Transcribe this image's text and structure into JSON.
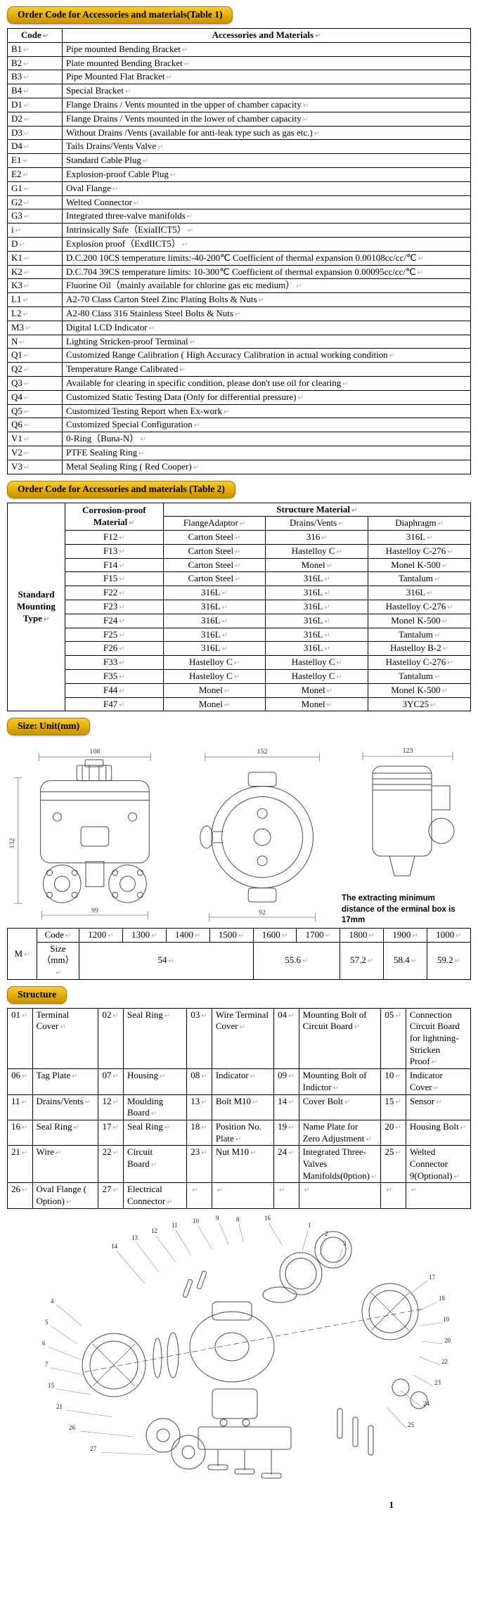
{
  "sections": {
    "table1_title": "Order Code for Accessories and materials(Table 1)",
    "table2_title": "Order Code for Accessories and materials (Table 2)",
    "size_title": "Size: Unit(mm)",
    "structure_title": "Structure"
  },
  "table1": {
    "headers": [
      "Code",
      "Accessories and Materials"
    ],
    "rows": [
      [
        "B1",
        "Pipe mounted Bending Bracket"
      ],
      [
        "B2",
        "Plate mounted Bending Bracket"
      ],
      [
        "B3",
        "Pipe Mounted Flat Bracket"
      ],
      [
        "B4",
        "Special Bracket"
      ],
      [
        "D1",
        "Flange Drains / Vents mounted in the upper of chamber capacity"
      ],
      [
        "D2",
        "Flange Drains / Vents mounted in the lower of chamber capacity"
      ],
      [
        "D3",
        "Without Drains /Vents (available for anti-leak type such as gas etc.)"
      ],
      [
        "D4",
        "Tails Drains/Vents Valve"
      ],
      [
        "E1",
        "Standard Cable Plug"
      ],
      [
        "E2",
        "Explosion-proof Cable Plug"
      ],
      [
        "G1",
        "Oval Flange"
      ],
      [
        "G2",
        "Welted Connector"
      ],
      [
        "G3",
        "Integrated three-valve manifolds"
      ],
      [
        "i",
        "Intrinsically Safe（ExiaIICT5）"
      ],
      [
        "D",
        "Explosion proof（ExdIICT5）"
      ],
      [
        "K1",
        "D.C.200 10CS temperature limits:-40-200℃ Coefficient of thermal expansion 0.00108cc/cc/℃"
      ],
      [
        "K2",
        "D.C.704 39CS temperature limits: 10-300℃ Coefficient of thermal expansion 0.00095cc/cc/℃"
      ],
      [
        "K3",
        "Fluorine Oil（mainly available for chlorine gas etc medium）"
      ],
      [
        "L1",
        "A2-70 Class Carton Steel Zinc Plating Bolts & Nuts"
      ],
      [
        "L2",
        "A2-80 Class 316 Stainless Steel Bolts & Nuts"
      ],
      [
        "M3",
        "Digital LCD Indicator"
      ],
      [
        "N",
        "Lighting Stricken-proof Terminal"
      ],
      [
        "Q1",
        "Customized Range Calibration ( High Accuracy Calibration in actual working condition"
      ],
      [
        "Q2",
        "Temperature Range Calibrated"
      ],
      [
        "Q3",
        "Available for clearing in specific condition, please don't use oil for clearing"
      ],
      [
        "Q4",
        "Customized Static Testing Data (Only for differential pressure)"
      ],
      [
        "Q5",
        "Customized Testing Report when Ex-work"
      ],
      [
        "Q6",
        "Customized Special Configuration"
      ],
      [
        "V1",
        "0-Ring（Buna-N）"
      ],
      [
        "V2",
        "PTFE Sealing Ring"
      ],
      [
        "V3",
        "Metal Sealing Ring ( Red Cooper)"
      ]
    ]
  },
  "table2": {
    "side_label": "Standard Mounting Type",
    "col_header": "Corrosion-proof Material",
    "group_header": "Structure Material",
    "sub_headers": [
      "FlangeAdaptor",
      "Drains/Vents",
      "Diaphragm"
    ],
    "rows": [
      [
        "F12",
        "Carton Steel",
        "316",
        "316L"
      ],
      [
        "F13",
        "Carton Steel",
        "Hastelloy C",
        "Hastelloy C-276"
      ],
      [
        "F14",
        "Carton Steel",
        "Monel",
        "Monel K-500"
      ],
      [
        "F15",
        "Carton Steel",
        "316L",
        "Tantalum"
      ],
      [
        "F22",
        "316L",
        "316L",
        "316L"
      ],
      [
        "F23",
        "316L",
        "316L",
        "Hastelloy C-276"
      ],
      [
        "F24",
        "316L",
        "316L",
        "Monel K-500"
      ],
      [
        "F25",
        "316L",
        "316L",
        "Tantalum"
      ],
      [
        "F26",
        "316L",
        "316L",
        "Hastelloy B-2"
      ],
      [
        "F33",
        "Hastelloy C",
        "Hastelloy C",
        "Hastelloy C-276"
      ],
      [
        "F35",
        "Hastelloy C",
        "Hastelloy C",
        "Tantalum"
      ],
      [
        "F44",
        "Monel",
        "Monel",
        "Monel K-500"
      ],
      [
        "F47",
        "Monel",
        "Monel",
        "3YC25"
      ]
    ]
  },
  "size_section": {
    "note": "The extracting minimum distance of the erminal box is 17mm",
    "dims": {
      "front_top": "108",
      "front_left": "132",
      "front_bottom": "99",
      "side_top": "152",
      "side_bottom": "92",
      "profile_top": "123"
    }
  },
  "m_table": {
    "row_label": "M",
    "code_label": "Code",
    "size_label": "Size （mm）",
    "codes": [
      "1200",
      "1300",
      "1400",
      "1500",
      "1600",
      "1700",
      "1800",
      "1900",
      "1000"
    ],
    "sizes": [
      {
        "value": "54",
        "span": "4"
      },
      {
        "value": "55.6",
        "span": "2"
      },
      {
        "value": "57.2",
        "span": "1"
      },
      {
        "value": "58.4",
        "span": "1"
      },
      {
        "value": "59.2",
        "span": "1"
      }
    ]
  },
  "structure_table": {
    "rows": [
      [
        {
          "num": "01",
          "name": "Terminal Cover"
        },
        {
          "num": "02",
          "name": "Seal Ring"
        },
        {
          "num": "03",
          "name": "Wire Terminal Cover"
        },
        {
          "num": "04",
          "name": "Mounting Bolt of Circuit Board"
        },
        {
          "num": "05",
          "name": "Connection Circuit Board for lightning-Stricken Proof"
        }
      ],
      [
        {
          "num": "06",
          "name": "Tag Plate"
        },
        {
          "num": "07",
          "name": "Housing"
        },
        {
          "num": "08",
          "name": "Indicator"
        },
        {
          "num": "09",
          "name": "Mounting Bolt of Indictor"
        },
        {
          "num": "10",
          "name": "Indicator Cover"
        }
      ],
      [
        {
          "num": "11",
          "name": "Drains/Vents"
        },
        {
          "num": "12",
          "name": "Moulding Board"
        },
        {
          "num": "13",
          "name": "Bolt M10"
        },
        {
          "num": "14",
          "name": "Cover Bolt"
        },
        {
          "num": "15",
          "name": "Sensor"
        }
      ],
      [
        {
          "num": "16",
          "name": "Seal Ring"
        },
        {
          "num": "17",
          "name": "Seal Ring"
        },
        {
          "num": "18",
          "name": "Position No. Plate"
        },
        {
          "num": "19",
          "name": "Name Plate for Zero Adjustment"
        },
        {
          "num": "20",
          "name": "Housing Bolt"
        }
      ],
      [
        {
          "num": "21",
          "name": "Wire"
        },
        {
          "num": "22",
          "name": "Circuit Board"
        },
        {
          "num": "23",
          "name": "Nut M10"
        },
        {
          "num": "24",
          "name": "Integrated Three- Valves Manifolds(0ption)"
        },
        {
          "num": "25",
          "name": "Welted Connector 9(Optional)"
        }
      ],
      [
        {
          "num": "26",
          "name": "Oval Flange ( Option)"
        },
        {
          "num": "27",
          "name": "Electrical Connector"
        },
        {
          "num": "",
          "name": ""
        },
        {
          "num": "",
          "name": ""
        },
        {
          "num": "",
          "name": ""
        }
      ]
    ]
  },
  "diagram": {
    "callouts": [
      "1",
      "2",
      "3",
      "4",
      "5",
      "6",
      "7",
      "8",
      "9",
      "10",
      "11",
      "12",
      "13",
      "14",
      "15",
      "16",
      "17",
      "18",
      "19",
      "20",
      "21",
      "22",
      "23",
      "24",
      "25",
      "26",
      "27"
    ]
  },
  "page": {
    "number": "1"
  }
}
